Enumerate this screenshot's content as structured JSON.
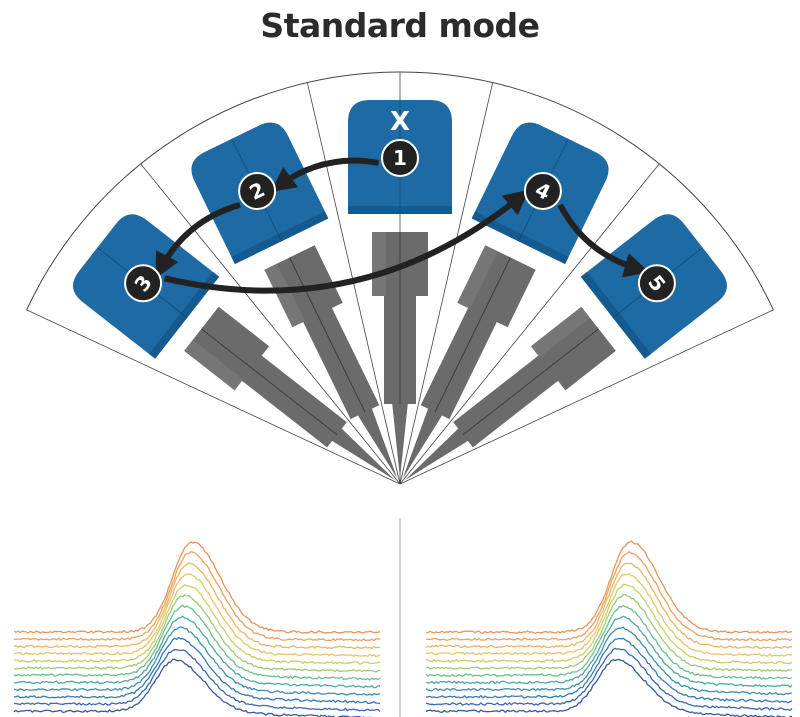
{
  "title": "Standard mode",
  "colors": {
    "head_blue": "#1d6aa4",
    "head_blue_dark": "#155a8e",
    "barrel_gray": "#6b6b6b",
    "barrel_gray_light": "#8c8c8c",
    "badge": "#222222",
    "arrow": "#222222",
    "spectra": [
      "#e8935a",
      "#eba160",
      "#ecb566",
      "#e6c56a",
      "#c9cf6a",
      "#9ecb76",
      "#6fbe8d",
      "#4ea9a0",
      "#3f8fb0",
      "#3b79b5",
      "#3b68b0",
      "#355aa0"
    ]
  },
  "positions": [
    {
      "label": "1",
      "angle": 0,
      "marker": "X"
    },
    {
      "label": "2",
      "angle": -26
    },
    {
      "label": "3",
      "angle": -52
    },
    {
      "label": "4",
      "angle": 26
    },
    {
      "label": "5",
      "angle": 52
    }
  ],
  "arrows": [
    {
      "from": "1",
      "to": "2"
    },
    {
      "from": "2",
      "to": "3"
    },
    {
      "from": "3",
      "to": "4"
    },
    {
      "from": "4",
      "to": "5"
    }
  ],
  "spectra_panels": [
    {
      "name": "left",
      "peak_center": 0.44,
      "peak_shift": 0.012
    },
    {
      "name": "right",
      "peak_center": 0.52,
      "peak_shift": 0.01
    }
  ]
}
